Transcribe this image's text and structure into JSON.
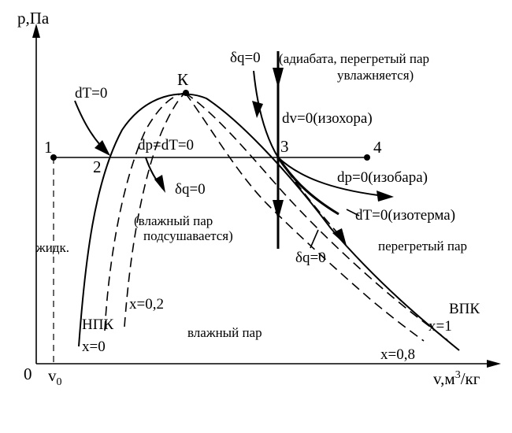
{
  "axes": {
    "y_label": "p,Па",
    "x_label_prefix": "v,м",
    "x_label_sup": "3",
    "x_label_suffix": "/кг",
    "origin": "0",
    "v0_main": "v",
    "v0_sub": "0"
  },
  "points": {
    "p1": "1",
    "p2": "2",
    "p3": "3",
    "p4": "4",
    "critical": "К"
  },
  "processes": {
    "dT_left": "dT=0",
    "dp_dT": "dp=dT=0",
    "dq_left": "δq=0",
    "dq_top": "δq=0",
    "adiabat_note_1": "(адиабата, перегретый пар",
    "adiabat_note_2": "увлажняется)",
    "isochore": "dv=0(изохора)",
    "isobar": "dp=0(изобара)",
    "isotherm": "dT=0(изотерма)",
    "dq_right": "δq=0",
    "wet_note_1": "(влажный пар",
    "wet_note_2": "подсушавается)"
  },
  "regions": {
    "liquid": "жидк.",
    "wet_steam": "влажный пар",
    "superheated": "перегретый пар"
  },
  "curves": {
    "npk": "НПК",
    "vpk": "ВПК",
    "x0": "x=0",
    "x02": "x=0,2",
    "x08": "x=0,8",
    "x1": "x=1"
  }
}
